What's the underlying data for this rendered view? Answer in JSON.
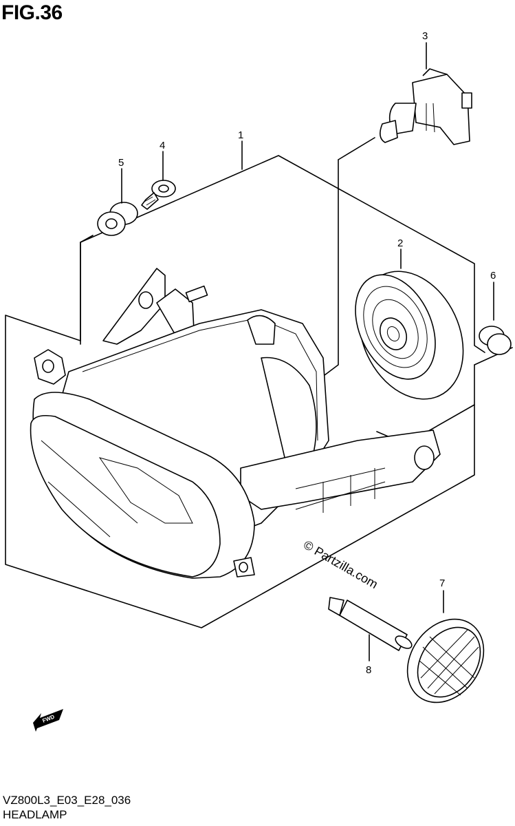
{
  "figure": {
    "title": "FIG.36",
    "code": "VZ800L3_E03_E28_036",
    "name": "HEADLAMP",
    "watermark": "© Partzilla.com",
    "fwd_label": "FWD"
  },
  "callouts": [
    {
      "number": "1"
    },
    {
      "number": "2"
    },
    {
      "number": "3"
    },
    {
      "number": "4"
    },
    {
      "number": "5"
    },
    {
      "number": "6"
    },
    {
      "number": "7"
    },
    {
      "number": "8"
    }
  ]
}
